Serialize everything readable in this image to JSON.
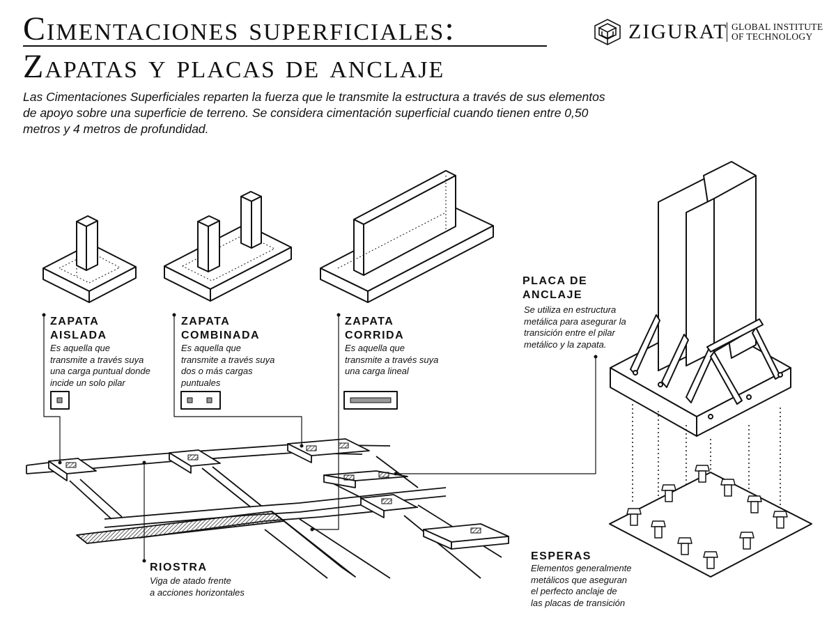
{
  "header": {
    "title_line1": "Cimentaciones superficiales:",
    "title_line2": "Zapatas y placas de anclaje",
    "intro": "Las Cimentaciones Superficiales reparten la fuerza que le transmite la estructura a través de sus elementos de apoyo sobre una superficie de terreno. Se considera cimentación superficial cuando tienen entre 0,50 metros y 4 metros de profundidad."
  },
  "logo": {
    "brand": "ZIGURAT",
    "sub_line1": "GLOBAL INSTITUTE",
    "sub_line2": "OF TECHNOLOGY"
  },
  "labels": {
    "zapata_aislada": {
      "title1": "ZAPATA",
      "title2": "AISLADA",
      "desc1": "Es aquella que",
      "desc2": "transmite a través suya",
      "desc3": "una carga puntual donde",
      "desc4": "incide un solo pilar"
    },
    "zapata_combinada": {
      "title1": "ZAPATA",
      "title2": "COMBINADA",
      "desc1": "Es aquella que",
      "desc2": "transmite a través suya",
      "desc3": "dos o más cargas",
      "desc4": "puntuales"
    },
    "zapata_corrida": {
      "title1": "ZAPATA",
      "title2": "CORRIDA",
      "desc1": "Es aquella que",
      "desc2": "transmite a través suya",
      "desc3": "una carga lineal"
    },
    "placa_anclaje": {
      "title1": "PLACA DE",
      "title2": "ANCLAJE",
      "desc1": "Se utiliza en estructura",
      "desc2": "metálica para asegurar la",
      "desc3": "transición entre el pilar",
      "desc4": "metálico y la zapata."
    },
    "riostra": {
      "title": "RIOSTRA",
      "desc1": "Viga de atado frente",
      "desc2": "a acciones horizontales"
    },
    "esperas": {
      "title": "ESPERAS",
      "desc1": "Elementos generalmente",
      "desc2": "metálicos que aseguran",
      "desc3": "el perfecto anclaje de",
      "desc4": "las placas de transición"
    }
  },
  "colors": {
    "ink": "#111111",
    "hatch": "#555555"
  }
}
